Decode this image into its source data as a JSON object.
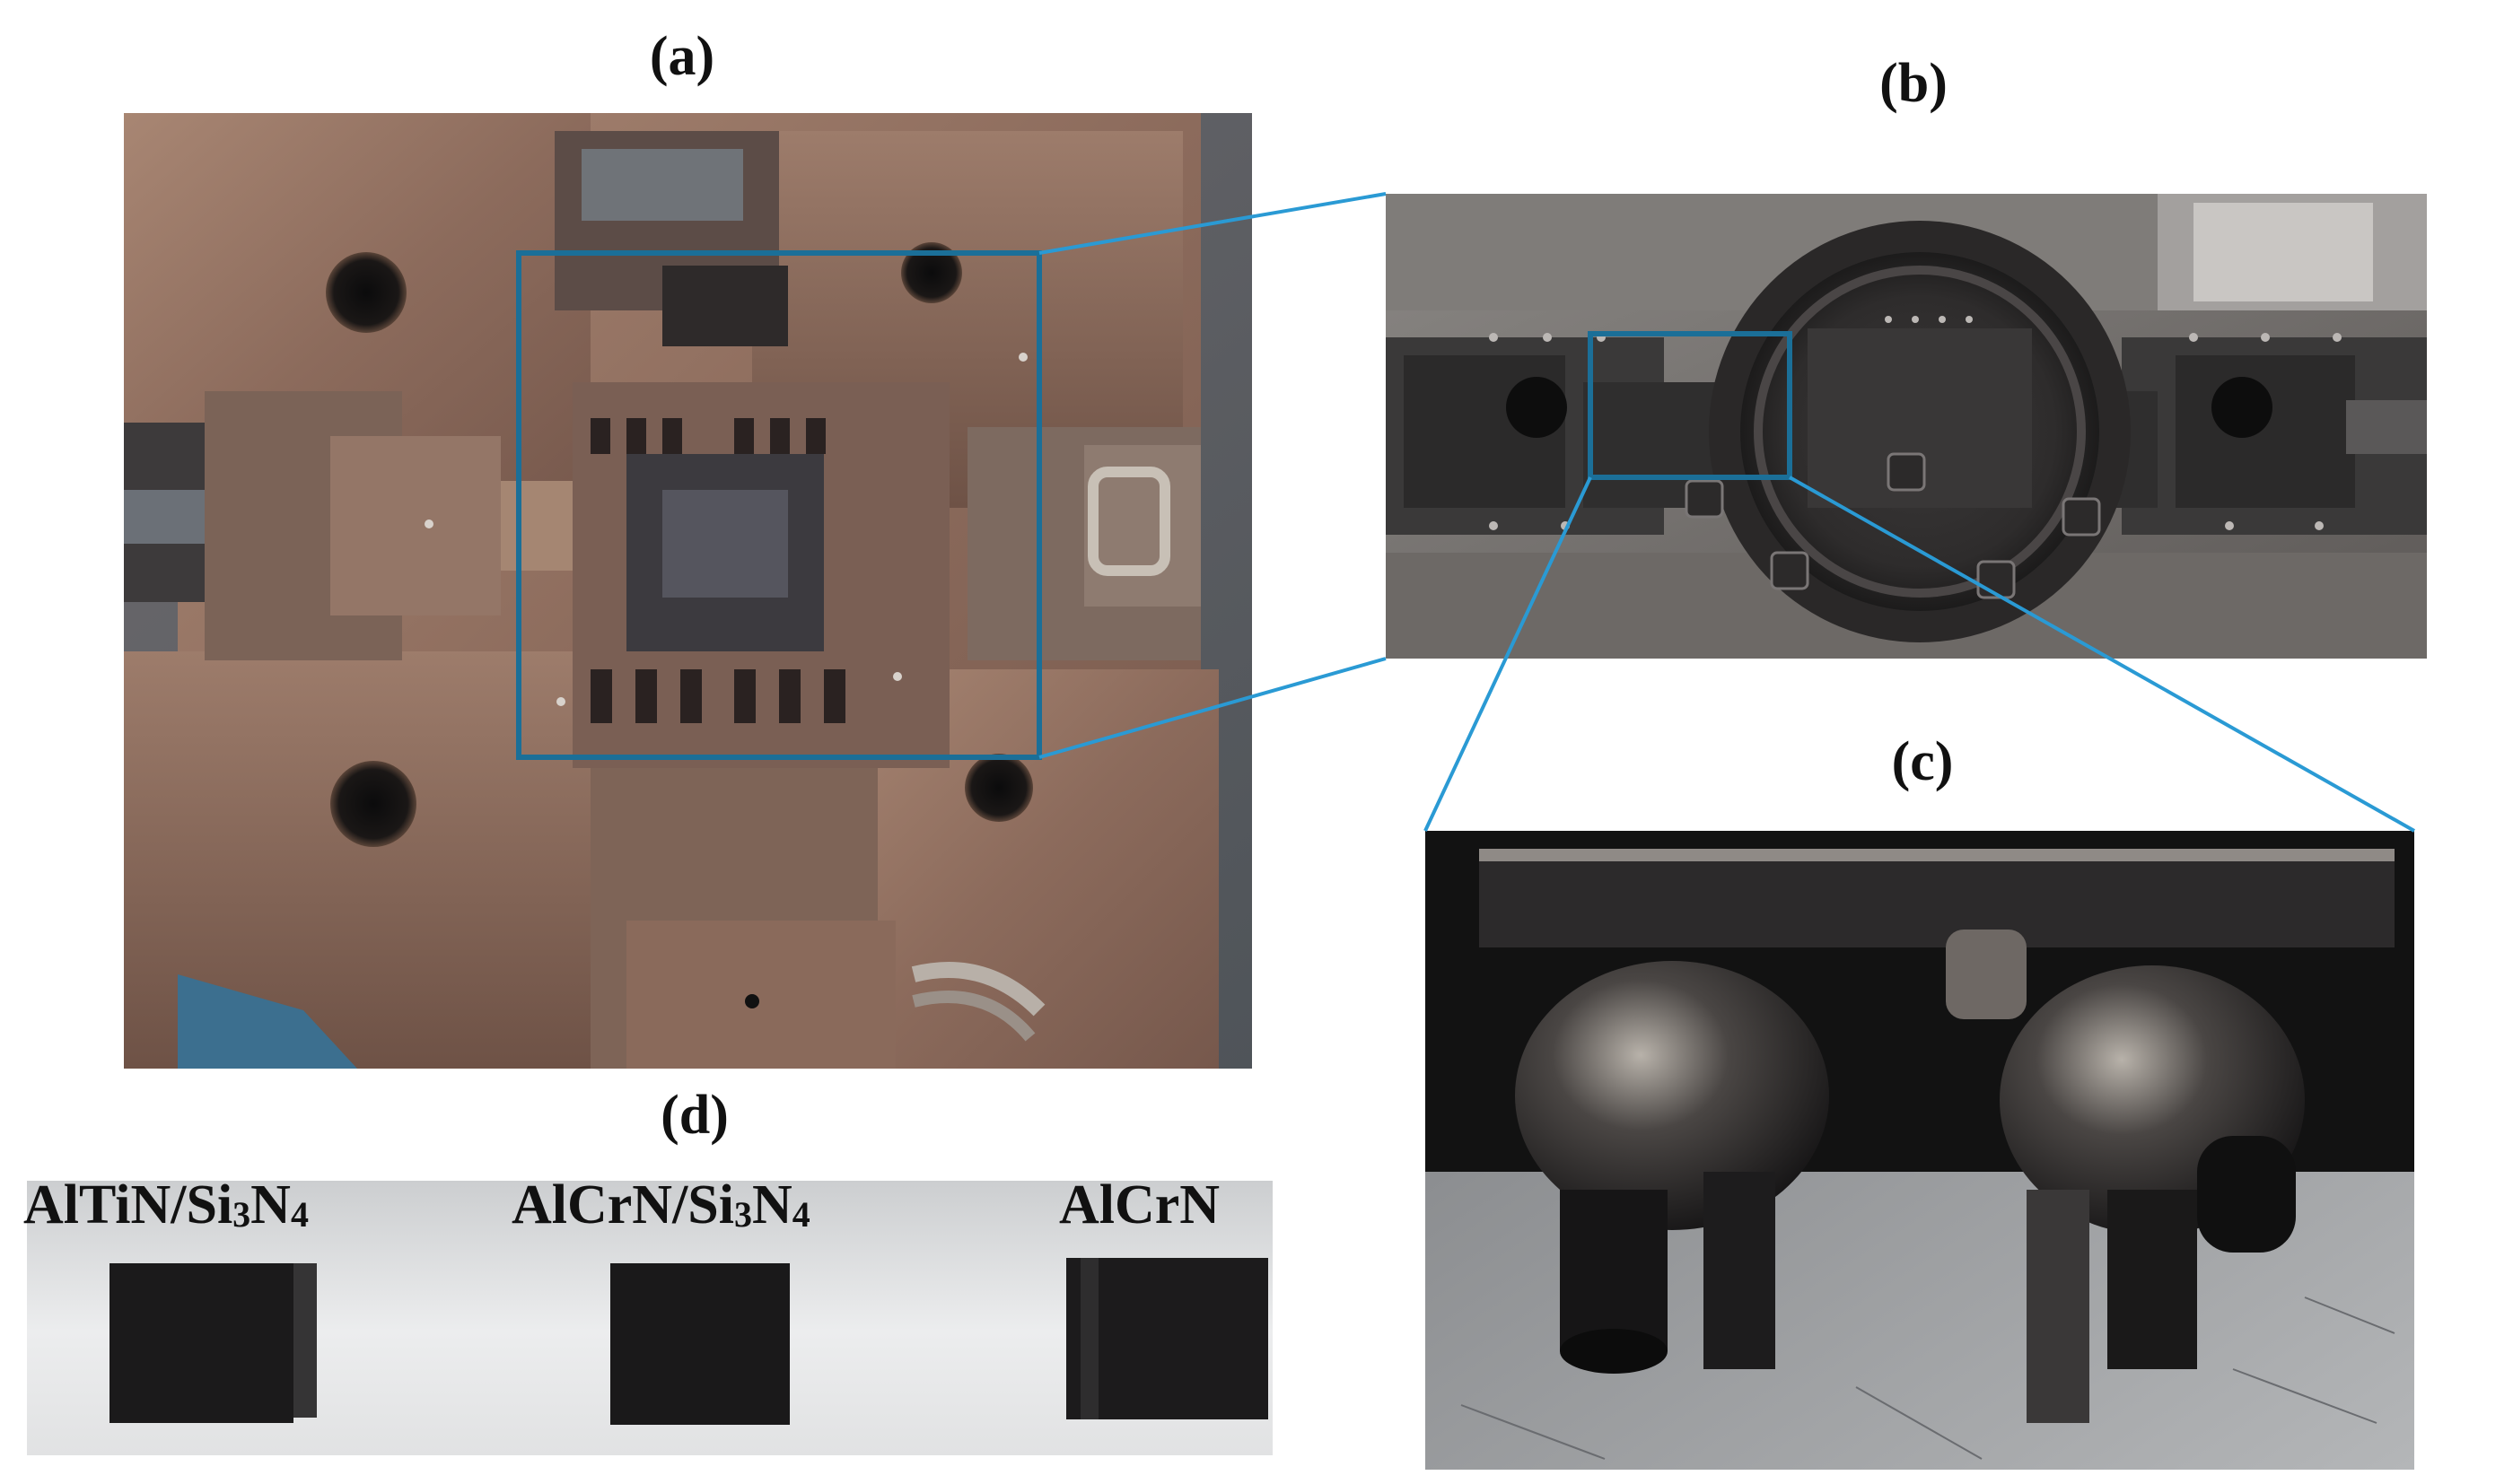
{
  "panels": {
    "a": {
      "label": "(a)"
    },
    "b": {
      "label": "(b)"
    },
    "c": {
      "label": "(c)"
    },
    "d": {
      "label": "(d)"
    }
  },
  "samples": [
    {
      "main": "AlTiN/Si",
      "sub1": "3",
      "mid": "N",
      "sub2": "4"
    },
    {
      "main": "AlCrN/Si",
      "sub1": "3",
      "mid": "N",
      "sub2": "4"
    },
    {
      "main": "AlCrN",
      "sub1": "",
      "mid": "",
      "sub2": ""
    }
  ],
  "colors": {
    "zoom_box": "#1b6f98",
    "connector": "#2a9ad4",
    "label": "#111111"
  }
}
